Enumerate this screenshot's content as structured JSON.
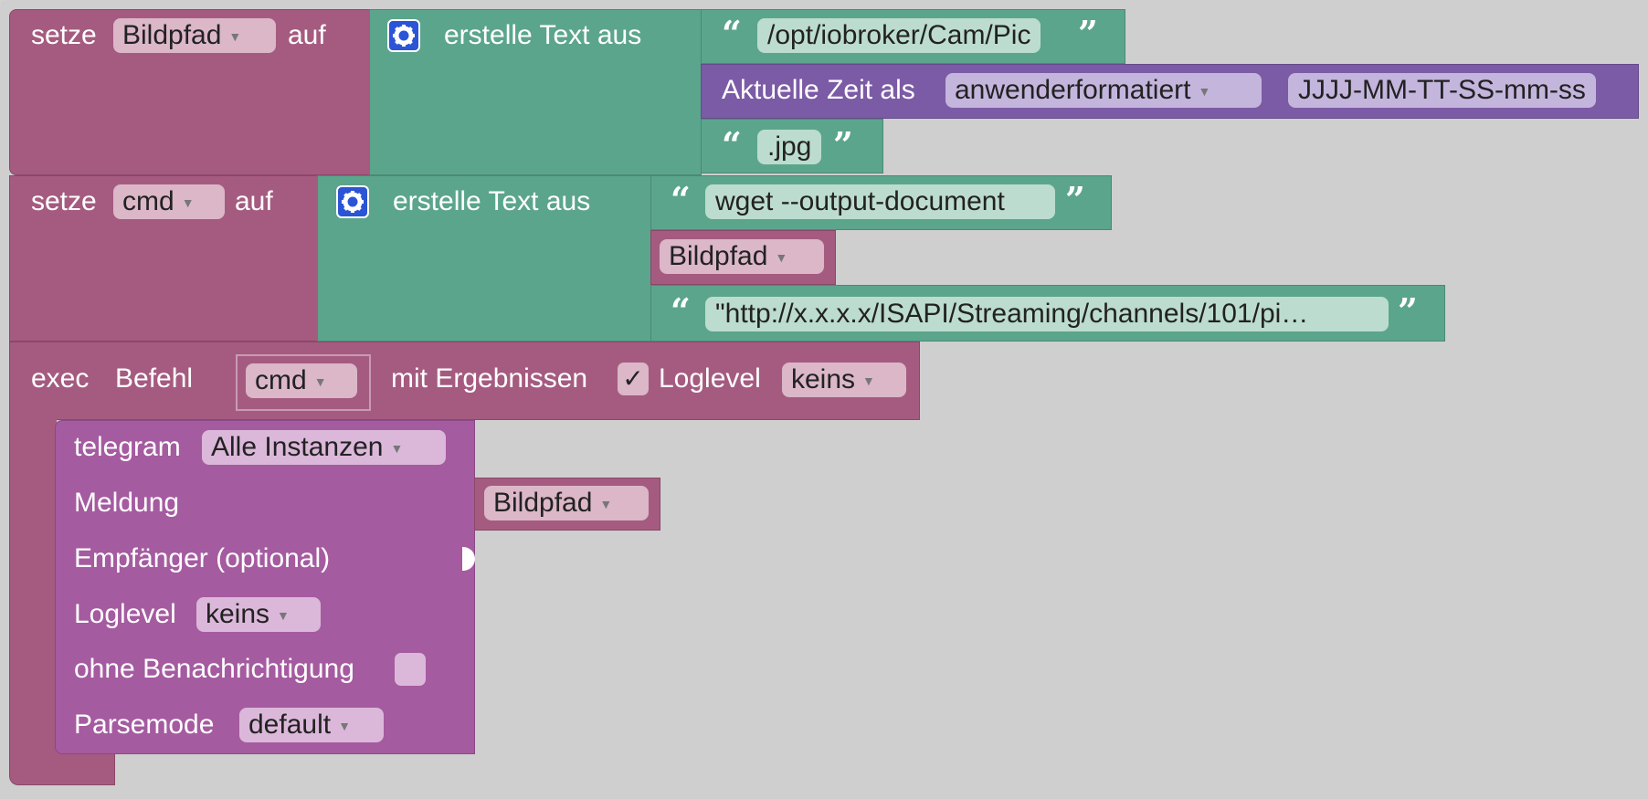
{
  "block1": {
    "set_label": "setze",
    "variable": "Bildpfad",
    "to_label": "auf",
    "join_label": "erstelle Text aus",
    "text1": "/opt/iobroker/Cam/Pic",
    "time_label": "Aktuelle Zeit als",
    "time_format": "anwenderformatiert",
    "time_pattern": "JJJJ-MM-TT-SS-mm-ss",
    "text2": ".jpg"
  },
  "block2": {
    "set_label": "setze",
    "variable": "cmd",
    "to_label": "auf",
    "join_label": "erstelle Text aus",
    "text1": "wget --output-document ",
    "var_ref": "Bildpfad",
    "text2": "\"http://x.x.x.x/ISAPI/Streaming/channels/101/pi…"
  },
  "exec": {
    "exec_label": "exec",
    "befehl_label": "Befehl",
    "command_var": "cmd",
    "results_label": "mit Ergebnissen",
    "results_checked": "✓",
    "loglevel_label": "Loglevel",
    "loglevel": "keins"
  },
  "telegram": {
    "label": "telegram",
    "instance": "Alle Instanzen",
    "message_label": "Meldung",
    "message_var": "Bildpfad",
    "recipient_label": "Empfänger (optional)",
    "loglevel_label": "Loglevel",
    "loglevel": "keins",
    "silent_label": "ohne Benachrichtigung",
    "parsemode_label": "Parsemode",
    "parsemode": "default"
  },
  "icons": {
    "gear": "gear-icon",
    "quote_open": "“",
    "quote_close": "”",
    "dropdown": "▼"
  },
  "colors": {
    "variables": "#a55b80",
    "text": "#5ba58c",
    "date": "#7b5ba5",
    "telegram": "#a55ba0",
    "gear": "#2b55d6"
  }
}
